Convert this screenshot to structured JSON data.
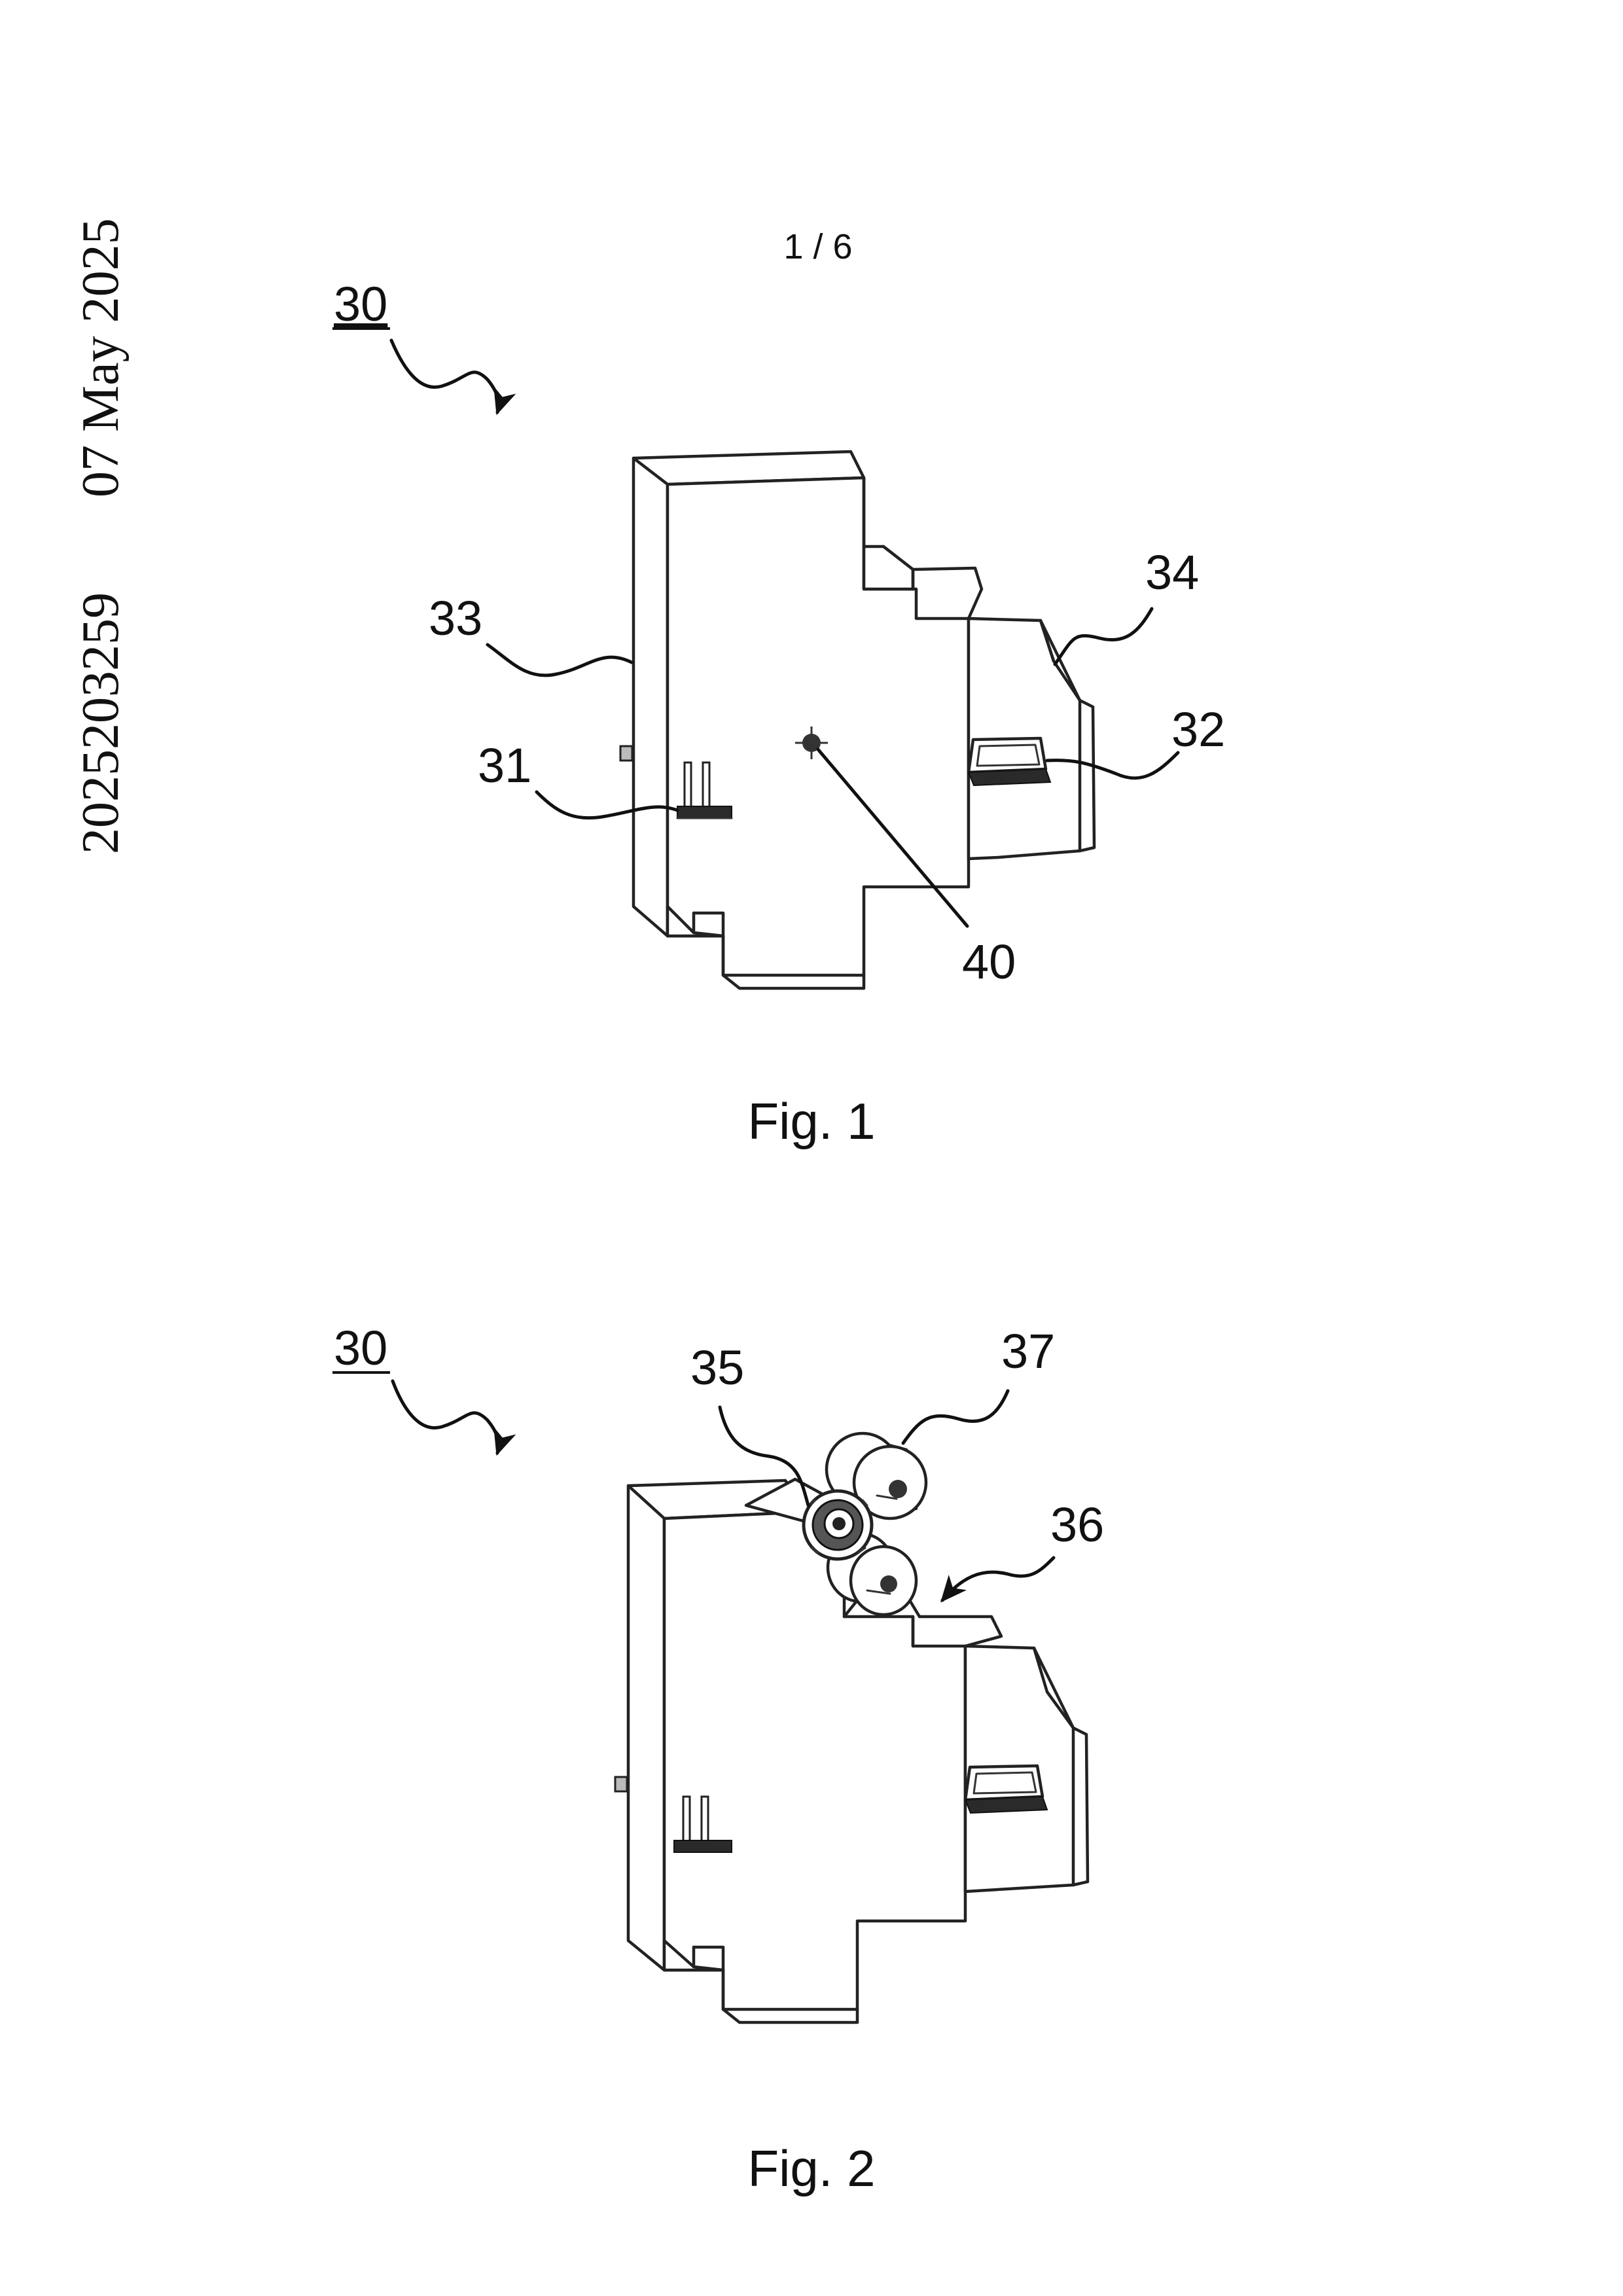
{
  "page": {
    "number": "1 / 6",
    "margin_date": "07 May 2025",
    "margin_app_no": "2025203259"
  },
  "figure1": {
    "caption": "Fig. 1",
    "labels": {
      "assembly": "30",
      "l31": "31",
      "l32": "32",
      "l33": "33",
      "l34": "34",
      "l40": "40"
    }
  },
  "figure2": {
    "caption": "Fig. 2",
    "labels": {
      "assembly": "30",
      "l35": "35",
      "l36": "36",
      "l37": "37"
    }
  }
}
